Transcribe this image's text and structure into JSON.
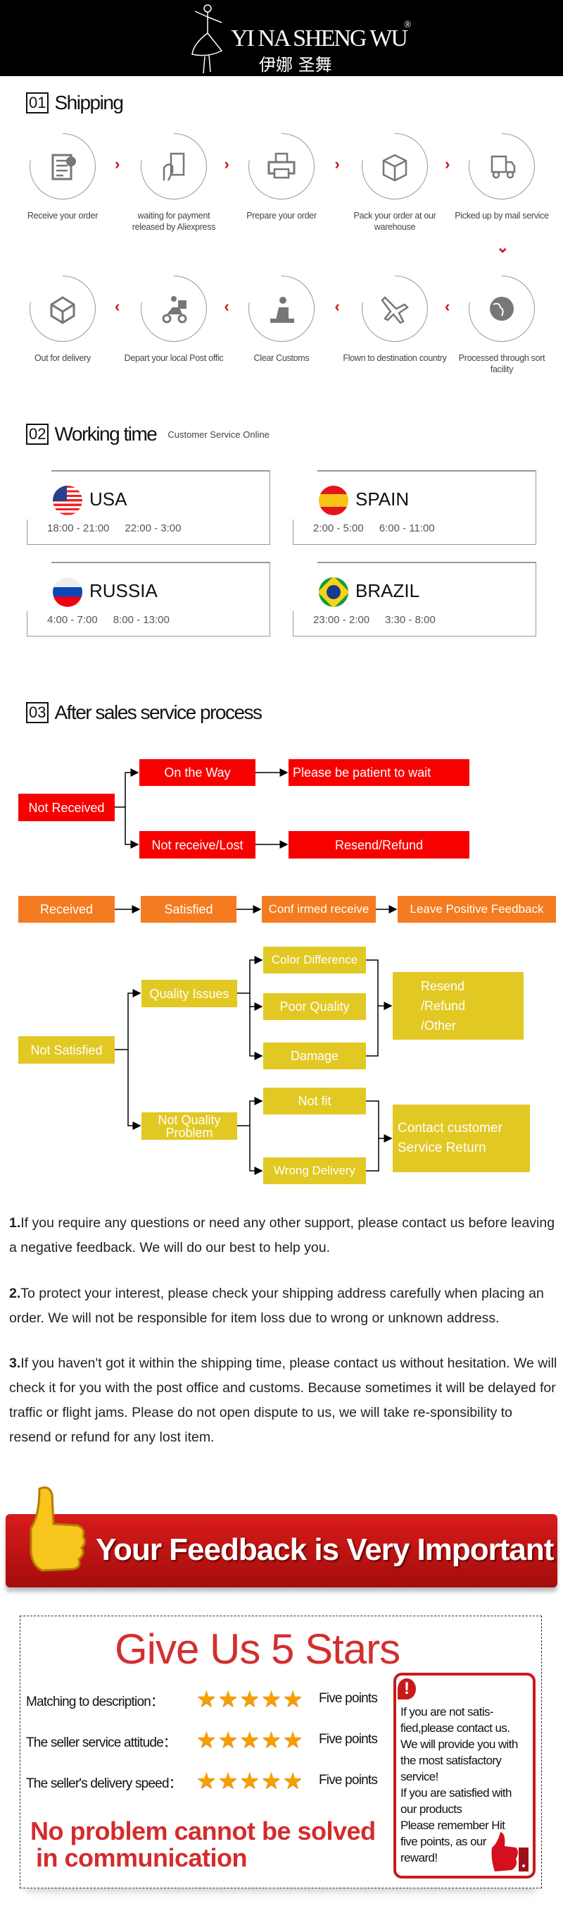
{
  "header": {
    "brand_en": "YI NA SHENG WU",
    "brand_cn": "伊娜 圣舞",
    "registered": "®"
  },
  "shipping": {
    "num": "01",
    "title": "Shipping",
    "steps": [
      {
        "label": "Receive your order",
        "icon": "clipboard-check-icon"
      },
      {
        "label": "waiting for payment released by Aliexpress",
        "icon": "hand-card-icon"
      },
      {
        "label": "Prepare your order",
        "icon": "printer-icon"
      },
      {
        "label": "Pack your order at our warehouse",
        "icon": "box-icon"
      },
      {
        "label": "Picked up by mail service",
        "icon": "truck-icon"
      },
      {
        "label": "Processed through sort facility",
        "icon": "globe-icon"
      },
      {
        "label": "Flown to destination country",
        "icon": "airplane-icon"
      },
      {
        "label": "Clear Customs",
        "icon": "customs-officer-icon"
      },
      {
        "label": "Depart your local Post offic",
        "icon": "scooter-icon"
      },
      {
        "label": "Out  for delivery",
        "icon": "open-box-icon"
      }
    ],
    "arrow_color": "#d0121b"
  },
  "working": {
    "num": "02",
    "title": "Working time",
    "subtitle": "Customer Service Online",
    "countries": [
      {
        "name": "USA",
        "times": [
          "18:00 - 21:00",
          "22:00 - 3:00"
        ]
      },
      {
        "name": "SPAIN",
        "times": [
          "2:00 - 5:00",
          "6:00 - 11:00"
        ]
      },
      {
        "name": "RUSSIA",
        "times": [
          "4:00 - 7:00",
          "8:00 - 13:00"
        ]
      },
      {
        "name": "BRAZIL",
        "times": [
          "23:00 - 2:00",
          "3:30 - 8:00"
        ]
      }
    ]
  },
  "aftersales": {
    "num": "03",
    "title": "After sales service process",
    "not_received": "Not Received",
    "on_the_way": "On the Way",
    "patient": "Please be patient to wait",
    "lost": "Not receive/Lost",
    "resend_refund": "Resend/Refund",
    "received": "Received",
    "satisfied": "Satisfied",
    "confirmed": "Conf irmed receive",
    "positive": "Leave Positive Feedback",
    "not_satisfied": "Not Satisfied",
    "quality_issues": "Quality Issues",
    "color_diff": "Color Difference",
    "poor_quality": "Poor Quality",
    "damage": "Damage",
    "resend_other": [
      "Resend",
      "/Refund",
      "/Other"
    ],
    "not_quality": "Not Quality Problem",
    "not_fit": "Not fit",
    "wrong_delivery": "Wrong Delivery",
    "contact": [
      "Contact customer",
      "Service Return"
    ],
    "colors": {
      "red": "#f70000",
      "orange": "#f47b20",
      "yellow": "#e2c823"
    }
  },
  "notes": [
    {
      "num": "1.",
      "text": "If you require any questions or need any other support, please contact us before leaving a negative feedback. We will do our best to help you."
    },
    {
      "num": "2.",
      "text": "To protect your interest, please check your shipping address carefully when placing an order. We will not be responsible for item loss due to wrong or unknown address."
    },
    {
      "num": "3.",
      "text": "If you haven't got it within the shipping time, please contact us without hesitation. We will check it for you with the post office and customs. Because sometimes it will be delayed for traffic or flight jams. Please do not open dispute to us, we will take re-sponsibility to resend or refund for any lost item."
    }
  ],
  "banner": {
    "text": "Your Feedback is Very Important",
    "icon": "thumbs-up-icon"
  },
  "stars": {
    "title": "Give Us 5 Stars",
    "rows": [
      {
        "label": "Matching to description：",
        "rating": 5,
        "points": "Five points"
      },
      {
        "label": "The seller service attitude：",
        "rating": 5,
        "points": "Five points"
      },
      {
        "label": "The seller's delivery speed：",
        "rating": 5,
        "points": "Five points"
      }
    ],
    "slogan": [
      "No problem cannot be solved",
      "in communication"
    ],
    "note": [
      "If you are not satis-",
      "fied,please contact us.",
      "We will provide you with",
      "the most satisfactory",
      "service!",
      "If you are satisfied with",
      "our products",
      "Please remember Hit",
      "five points, as our",
      "reward!"
    ]
  }
}
